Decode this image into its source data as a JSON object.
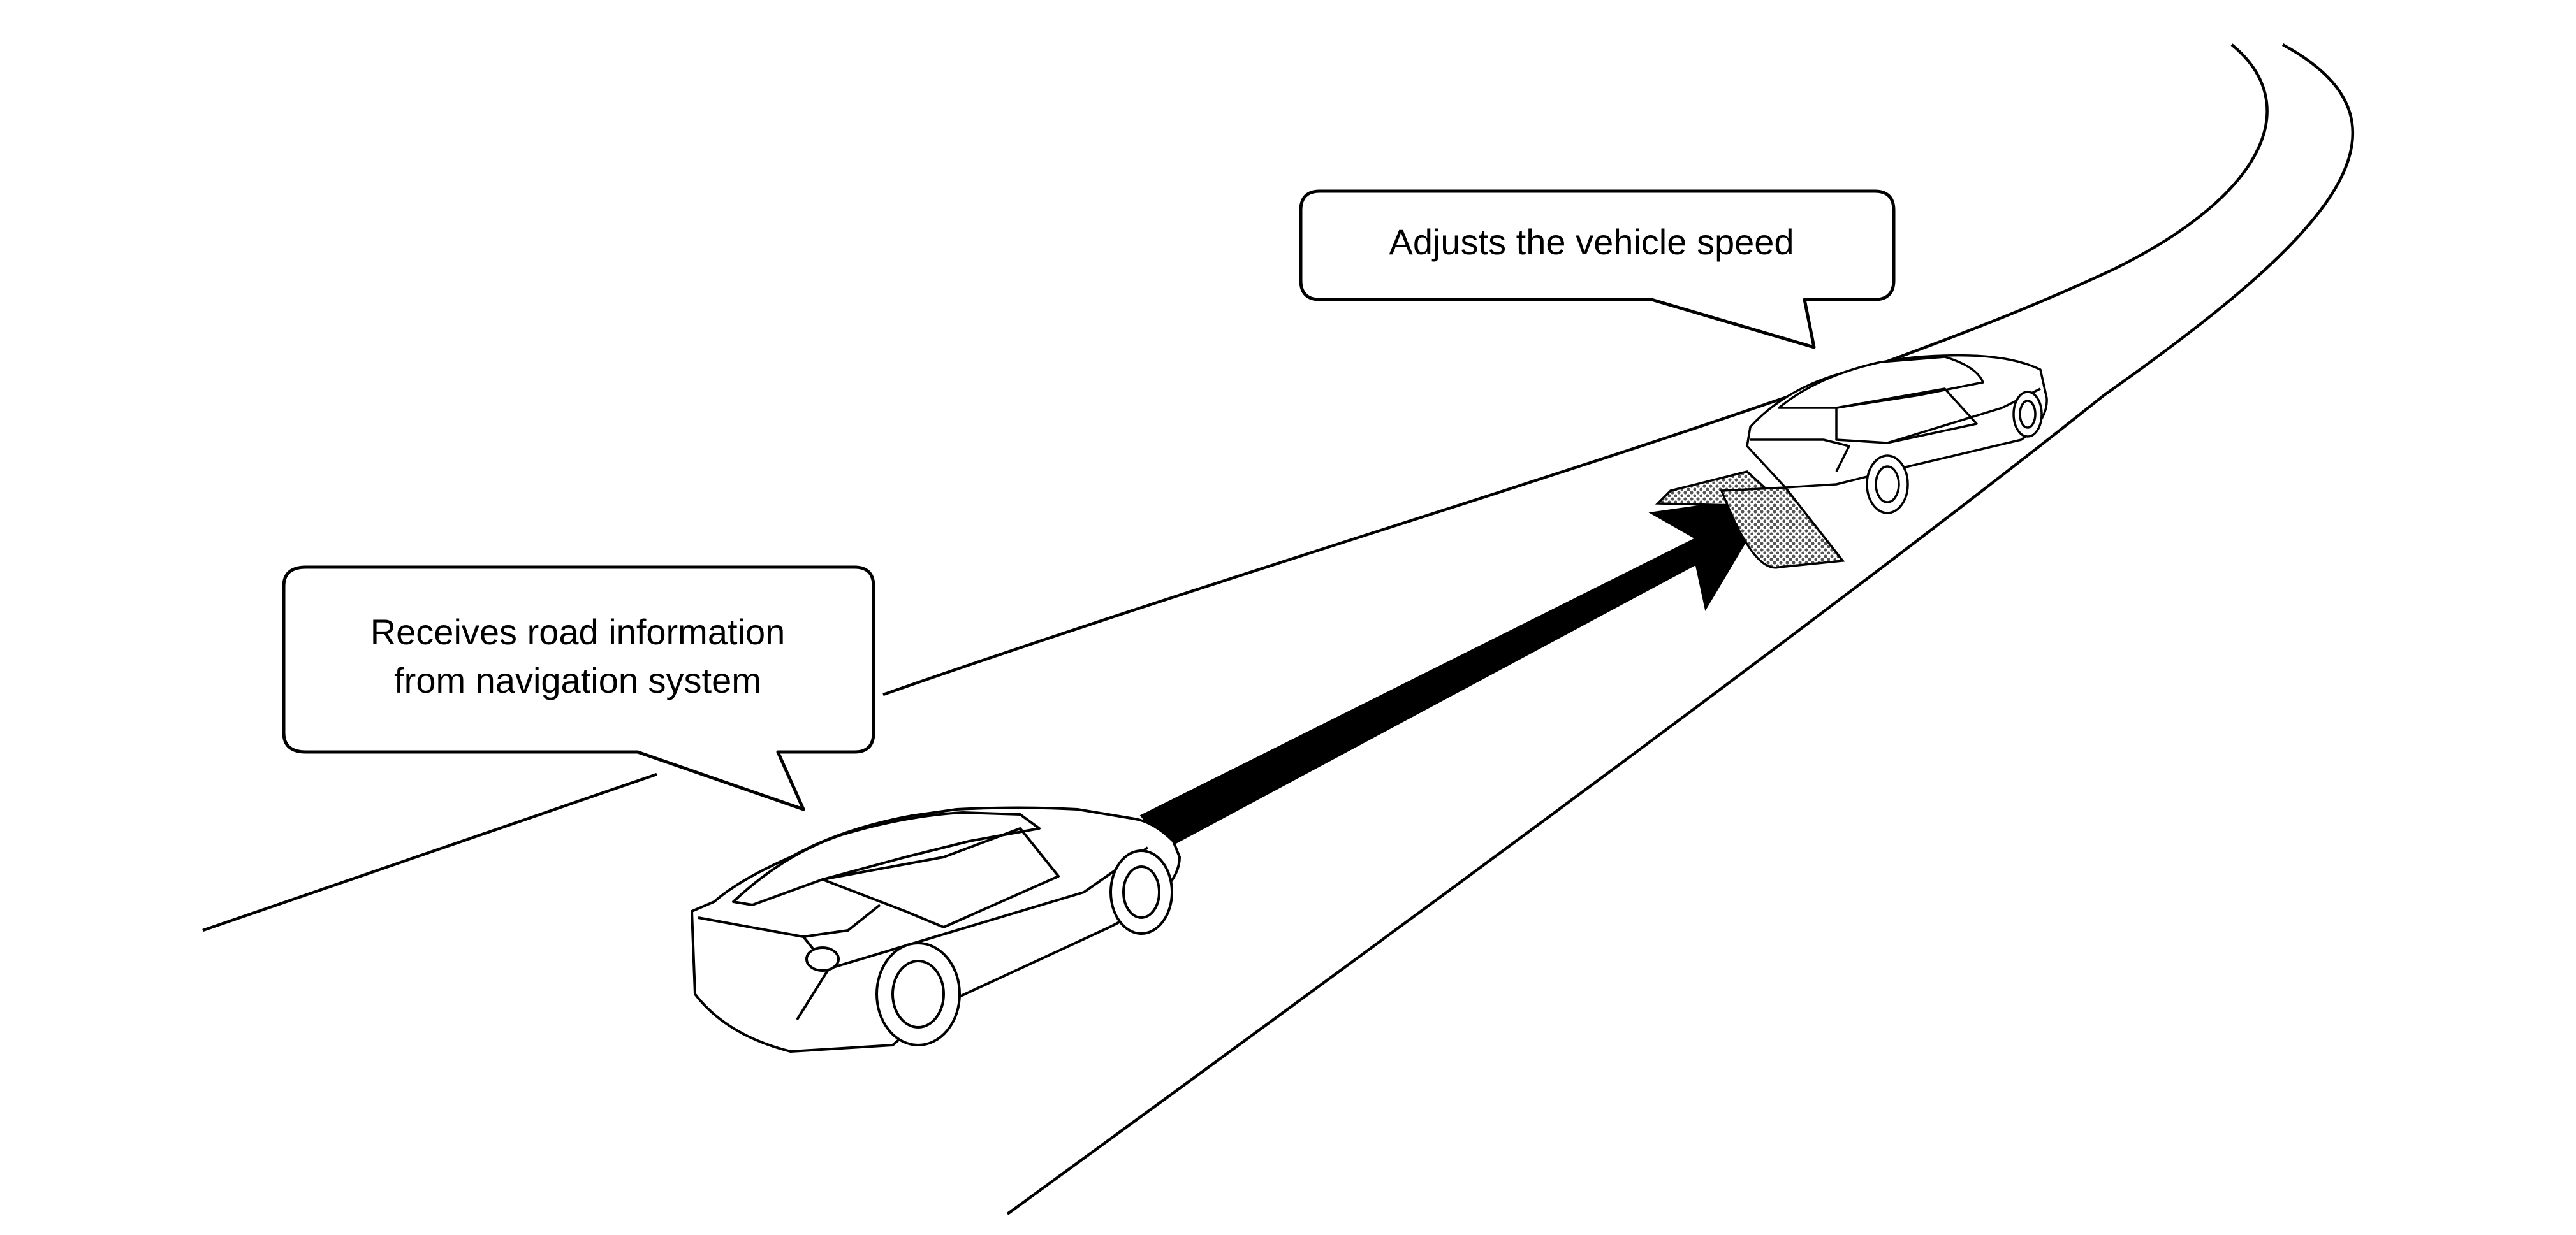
{
  "callouts": {
    "top": {
      "text": "Adjusts the vehicle speed"
    },
    "left": {
      "line1": "Receives road information",
      "line2": "from navigation system"
    }
  },
  "colors": {
    "background": "#ffffff",
    "line": "#000000",
    "arrow": "#000000",
    "sensor_fill": "#9a9a9a"
  },
  "icons": {
    "rear_car": "sedan-rear-icon",
    "front_car": "sedan-front-icon",
    "motion_arrow": "arrow-icon"
  }
}
